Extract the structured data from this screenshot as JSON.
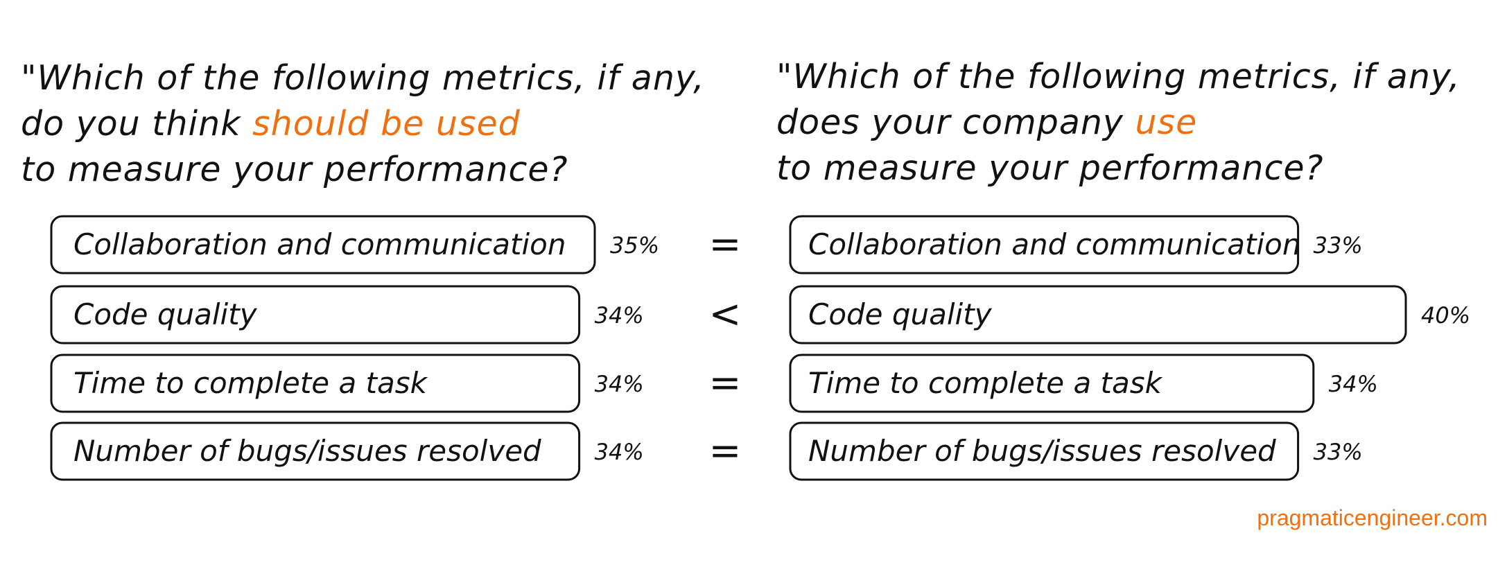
{
  "left_question": {
    "line1": "\"Which of the following metrics, if any,",
    "line2_prefix": "do you think ",
    "line2_highlight": "should be used",
    "line3": "to measure your performance?"
  },
  "right_question": {
    "line1": "\"Which of the following metrics, if any,",
    "line2_prefix": "does your company ",
    "line2_highlight": "use",
    "line3": "to measure your performance?"
  },
  "comparisons": [
    "=",
    "<",
    "=",
    "="
  ],
  "brand": "pragmaticengineer.com",
  "colors": {
    "accent": "#f0700f",
    "ink": "#111111",
    "background": "#ffffff"
  },
  "chart_data": [
    {
      "type": "bar",
      "orientation": "horizontal",
      "categories": [
        "Collaboration and communication",
        "Code quality",
        "Time to complete a task",
        "Number of bugs/issues resolved"
      ],
      "values": [
        35,
        34,
        34,
        34
      ],
      "value_labels": [
        "35%",
        "34%",
        "34%",
        "34%"
      ],
      "unit": "%"
    },
    {
      "type": "bar",
      "orientation": "horizontal",
      "categories": [
        "Collaboration and communication",
        "Code quality",
        "Time to complete a task",
        "Number of bugs/issues resolved"
      ],
      "values": [
        33,
        40,
        34,
        33
      ],
      "value_labels": [
        "33%",
        "40%",
        "34%",
        "33%"
      ],
      "unit": "%"
    }
  ]
}
